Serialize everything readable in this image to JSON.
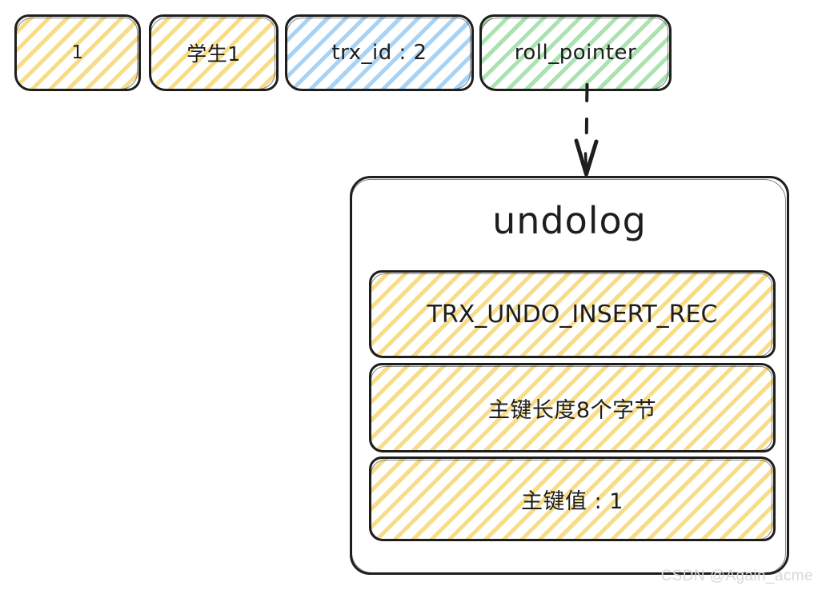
{
  "diagram": {
    "title_text": "undolog",
    "record_row": {
      "name": "clustered-index-record",
      "fields": [
        {
          "id": "pk",
          "label": "1",
          "hatch_color": "#f7dd8a",
          "hatch": "yellow"
        },
        {
          "id": "name",
          "label": "学生1",
          "hatch_color": "#f7dd8a",
          "hatch": "yellow"
        },
        {
          "id": "trx_id",
          "label": "trx_id : 2",
          "hatch_color": "#a8d3f5",
          "hatch": "blue"
        },
        {
          "id": "roll_ptr",
          "label": "roll_pointer",
          "hatch_color": "#aae3b0",
          "hatch": "green"
        }
      ]
    },
    "connector": {
      "name": "roll-pointer-to-undolog-arrow",
      "style": "dashed",
      "direction": "down",
      "color": "#1e1e1e"
    },
    "undolog": {
      "title": "undolog",
      "rows": [
        {
          "id": "type",
          "label": "TRX_UNDO_INSERT_REC",
          "hatch_color": "#f7dd8a"
        },
        {
          "id": "pk_length",
          "label": "主键长度8个字节",
          "hatch_color": "#f7dd8a"
        },
        {
          "id": "pk_value",
          "label": "主键值 : 1",
          "hatch_color": "#f7dd8a"
        }
      ]
    },
    "watermark": "CSDN @Again_acme",
    "stroke_color": "#1e1e1e",
    "background_color": "#ffffff"
  }
}
